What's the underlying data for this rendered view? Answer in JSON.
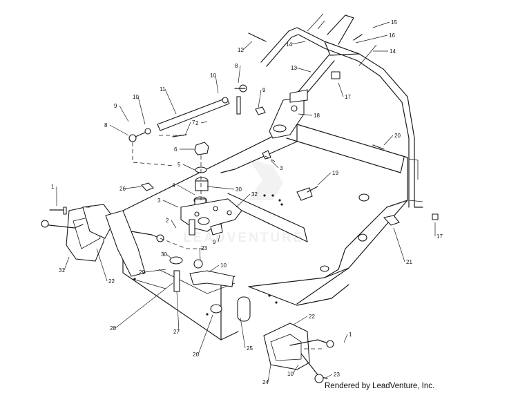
{
  "watermark": "LEADVENTURE",
  "credit": "Rendered by LeadVenture, Inc.",
  "callouts": [
    {
      "id": "c1a",
      "text": "1"
    },
    {
      "id": "c1b",
      "text": "1"
    },
    {
      "id": "c2a",
      "text": "2"
    },
    {
      "id": "c2b",
      "text": "2"
    },
    {
      "id": "c3a",
      "text": "3"
    },
    {
      "id": "c3b",
      "text": "3"
    },
    {
      "id": "c4",
      "text": "4"
    },
    {
      "id": "c5",
      "text": "5"
    },
    {
      "id": "c6",
      "text": "6"
    },
    {
      "id": "c7",
      "text": "7"
    },
    {
      "id": "c8a",
      "text": "8"
    },
    {
      "id": "c8b",
      "text": "8"
    },
    {
      "id": "c9a",
      "text": "9"
    },
    {
      "id": "c9b",
      "text": "9"
    },
    {
      "id": "c9c",
      "text": "9"
    },
    {
      "id": "c10a",
      "text": "10"
    },
    {
      "id": "c10b",
      "text": "10"
    },
    {
      "id": "c10c",
      "text": "10"
    },
    {
      "id": "c10d",
      "text": "10"
    },
    {
      "id": "c11",
      "text": "11"
    },
    {
      "id": "c12",
      "text": "12"
    },
    {
      "id": "c13",
      "text": "13"
    },
    {
      "id": "c14a",
      "text": "14"
    },
    {
      "id": "c14b",
      "text": "14"
    },
    {
      "id": "c15",
      "text": "15"
    },
    {
      "id": "c16",
      "text": "16"
    },
    {
      "id": "c17a",
      "text": "17"
    },
    {
      "id": "c17b",
      "text": "17"
    },
    {
      "id": "c18",
      "text": "18"
    },
    {
      "id": "c19",
      "text": "19"
    },
    {
      "id": "c20",
      "text": "20"
    },
    {
      "id": "c21",
      "text": "21"
    },
    {
      "id": "c22a",
      "text": "22"
    },
    {
      "id": "c22b",
      "text": "22"
    },
    {
      "id": "c23a",
      "text": "23"
    },
    {
      "id": "c23b",
      "text": "23"
    },
    {
      "id": "c24",
      "text": "24"
    },
    {
      "id": "c25",
      "text": "25"
    },
    {
      "id": "c26a",
      "text": "26"
    },
    {
      "id": "c26b",
      "text": "26"
    },
    {
      "id": "c27",
      "text": "27"
    },
    {
      "id": "c28",
      "text": "28"
    },
    {
      "id": "c29",
      "text": "29"
    },
    {
      "id": "c30a",
      "text": "30"
    },
    {
      "id": "c30b",
      "text": "30"
    },
    {
      "id": "c31",
      "text": "31"
    },
    {
      "id": "c32",
      "text": "32"
    }
  ]
}
